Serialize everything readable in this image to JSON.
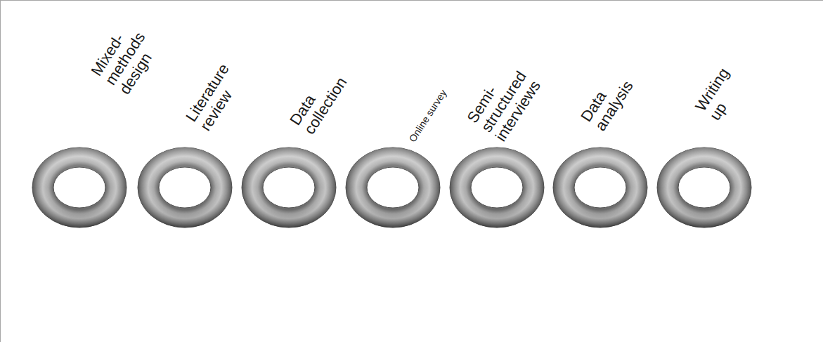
{
  "diagram": {
    "nodes": [
      {
        "text": [
          "Mixed- methods design"
        ]
      },
      {
        "text": [
          "Literature review"
        ]
      },
      {
        "text": [
          "Data collection"
        ]
      },
      {
        "text": [
          "Online survey"
        ]
      },
      {
        "text": [
          "Semi- structured interviews"
        ]
      },
      {
        "text": [
          "Data analysis"
        ]
      },
      {
        "text": [
          "Writing up"
        ]
      }
    ]
  }
}
